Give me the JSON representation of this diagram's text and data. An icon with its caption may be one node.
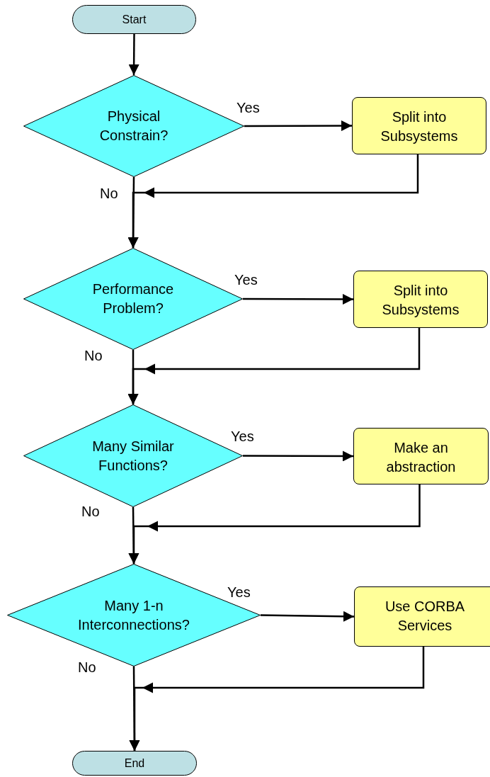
{
  "diagram": {
    "nodes": [
      {
        "text": [
          "Start"
        ]
      },
      {
        "text": [
          "Physical Constrain?"
        ]
      },
      {
        "text": [
          "Split into Subsystems"
        ]
      },
      {
        "text": [
          "Performance Problem?"
        ]
      },
      {
        "text": [
          "Split into Subsystems"
        ]
      },
      {
        "text": [
          "Many Similar Functions?"
        ]
      },
      {
        "text": [
          "Make an abstraction"
        ]
      },
      {
        "text": [
          "Many 1-n Interconnections?"
        ]
      },
      {
        "text": [
          "Use CORBA Services"
        ]
      },
      {
        "text": [
          "End"
        ]
      }
    ],
    "edges": [
      {
        "from": 0,
        "to": 1,
        "arrow": "to"
      },
      {
        "from": 1,
        "to": 2,
        "arrow": "to",
        "label": "Yes"
      },
      {
        "from": 1,
        "to": 3,
        "arrow": "to",
        "label": "No"
      },
      {
        "from": 2,
        "to": 3,
        "arrow": "to"
      },
      {
        "from": 3,
        "to": 4,
        "arrow": "to",
        "label": "Yes"
      },
      {
        "from": 3,
        "to": 5,
        "arrow": "to",
        "label": "No"
      },
      {
        "from": 4,
        "to": 5,
        "arrow": "to"
      },
      {
        "from": 5,
        "to": 6,
        "arrow": "to",
        "label": "Yes"
      },
      {
        "from": 5,
        "to": 7,
        "arrow": "to",
        "label": "No"
      },
      {
        "from": 6,
        "to": 7,
        "arrow": "to"
      },
      {
        "from": 7,
        "to": 8,
        "arrow": "to",
        "label": "Yes"
      },
      {
        "from": 7,
        "to": 9,
        "arrow": "to",
        "label": "No"
      },
      {
        "from": 8,
        "to": 9,
        "arrow": "to"
      }
    ]
  }
}
